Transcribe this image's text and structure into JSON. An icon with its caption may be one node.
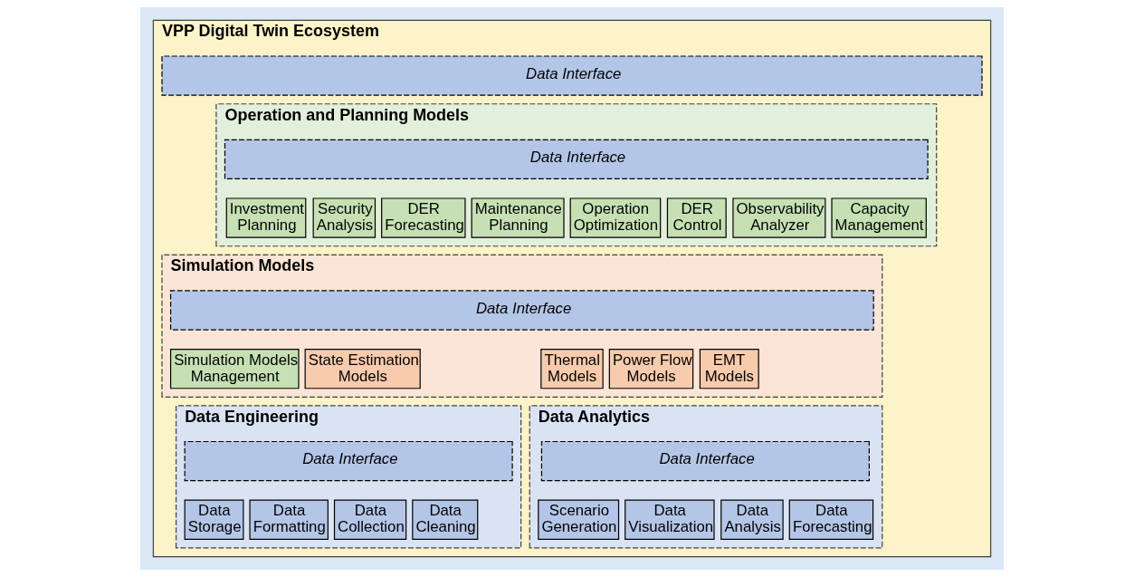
{
  "diagram": {
    "nodes": [
      {
        "text": [
          "VPP Digital Twin Ecosystem"
        ]
      },
      {
        "text": [
          "Data Interface"
        ],
        "in": 0
      },
      {
        "text": [
          "Operation and Planning Models"
        ],
        "in": 0
      },
      {
        "text": [
          "Data Interface"
        ],
        "in": 2
      },
      {
        "text": [
          "Observability Analyzer"
        ],
        "in": 2
      },
      {
        "text": [
          "DER Control"
        ],
        "in": 2
      },
      {
        "text": [
          "Operation Optimization"
        ],
        "in": 2
      },
      {
        "text": [
          "Maintenance Planning"
        ],
        "in": 2
      },
      {
        "text": [
          "Capacity Management"
        ],
        "in": 2
      },
      {
        "text": [
          "DER Forecasting"
        ],
        "in": 2
      },
      {
        "text": [
          "Security Analysis"
        ],
        "in": 2
      },
      {
        "text": [
          "Investment Planning"
        ],
        "in": 2
      },
      {
        "text": [
          "Simulation Models"
        ],
        "in": 0
      },
      {
        "text": [
          "Data Interface"
        ],
        "in": 12
      },
      {
        "text": [
          "Power Flow Models"
        ],
        "in": 12
      },
      {
        "text": [
          "State Estimation Models"
        ],
        "in": 12
      },
      {
        "text": [
          "EMT Models"
        ],
        "in": 12
      },
      {
        "text": [
          "Thermal Models"
        ],
        "in": 12
      },
      {
        "text": [
          "Simulation Models Management"
        ],
        "in": 12
      },
      {
        "text": [
          "Data Engineering"
        ],
        "in": 0
      },
      {
        "text": [
          "Data Interface"
        ],
        "in": 19
      },
      {
        "text": [
          "Data Collection"
        ],
        "in": 19
      },
      {
        "text": [
          "Data Formatting"
        ],
        "in": 19
      },
      {
        "text": [
          "Data Cleaning"
        ],
        "in": 19
      },
      {
        "text": [
          "Data Storage"
        ],
        "in": 19
      },
      {
        "text": [
          "Data Analytics"
        ],
        "in": 0
      },
      {
        "text": [
          "Data Interface"
        ],
        "in": 25
      },
      {
        "text": [
          "Data Analysis"
        ],
        "in": 25
      },
      {
        "text": [
          "Data Visualization"
        ],
        "in": 25
      },
      {
        "text": [
          "Data Forecasting"
        ],
        "in": 25
      },
      {
        "text": [
          "Scenario Generation"
        ],
        "in": 25
      }
    ]
  }
}
